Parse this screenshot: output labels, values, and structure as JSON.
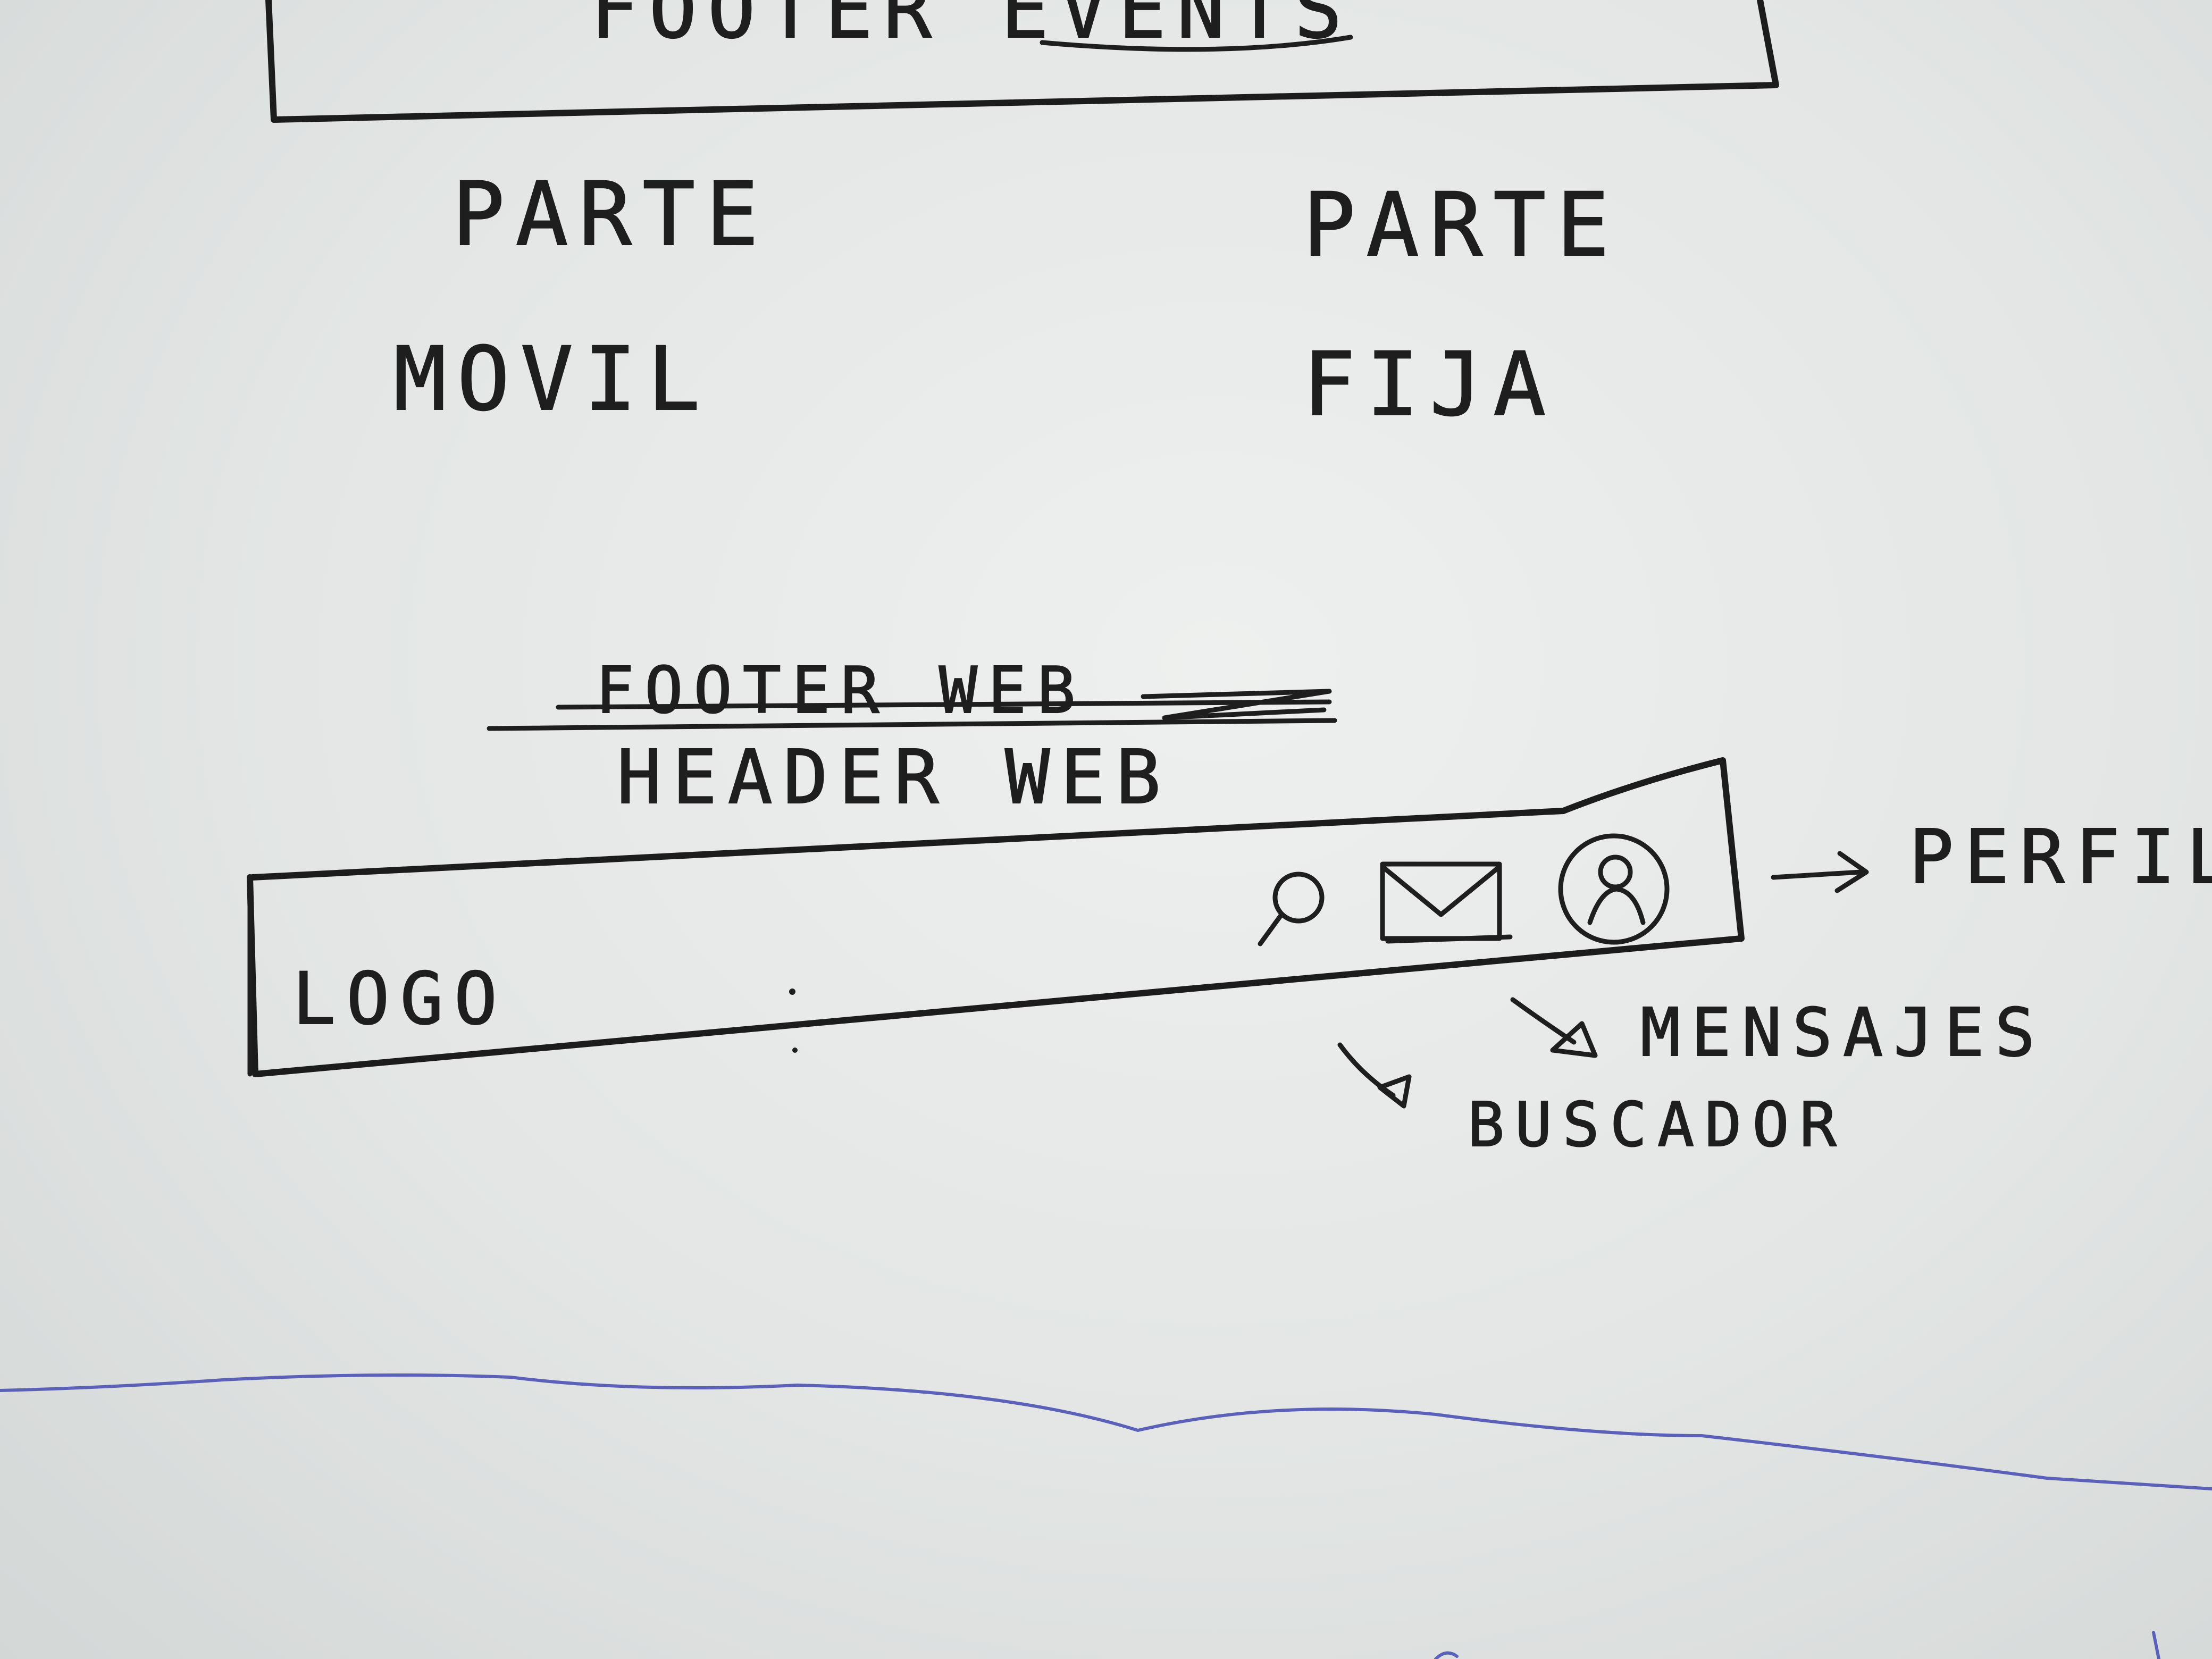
{
  "top_box": {
    "label": "FOOTER EVENTS"
  },
  "notes": {
    "left_line1": "PARTE",
    "left_line2": "MOVIL",
    "right_line1": "PARTE",
    "right_line2": "FIJA"
  },
  "crossed_out": "FOOTER WEB",
  "header_title": "HEADER WEB",
  "header_box": {
    "logo": "LOGO",
    "icons": [
      "search-icon",
      "mail-icon",
      "profile-icon"
    ]
  },
  "annotations": {
    "perfil": "PERFIL",
    "mensajes": "MENSAJES",
    "buscador": "BUSCADOR"
  },
  "colors": {
    "ink": "#1e1e1e",
    "paper": "#e6e9e8",
    "margin_line": "#5b61b8"
  }
}
